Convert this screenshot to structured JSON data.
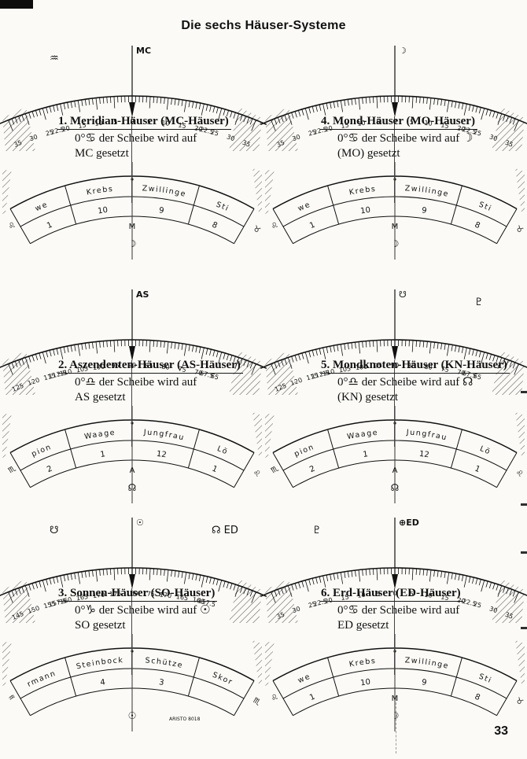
{
  "page": {
    "title": "Die sechs Häuser-Systeme",
    "page_number": "33"
  },
  "dials": [
    {
      "title": "1. Meridian-Häuser (MC-Häuser)",
      "subtitle_line1": "0°♋ der Scheibe wird auf",
      "subtitle_line2": "MC gesetzt",
      "pointer_label": "MC",
      "corner_left": "♒",
      "corner_right": "",
      "brand": "",
      "scale": [
        [
          "35",
          -1
        ],
        [
          "30",
          -0.857
        ],
        [
          "25",
          -0.714
        ],
        [
          "22.5",
          -0.643
        ],
        [
          "20",
          -0.571
        ],
        [
          "15",
          -0.429
        ],
        [
          "10",
          -0.286
        ],
        [
          "5",
          -0.143
        ],
        [
          "0",
          0
        ],
        [
          "5",
          0.143
        ],
        [
          "10",
          0.286
        ],
        [
          "15",
          0.429
        ],
        [
          "20",
          0.571
        ],
        [
          "22.5",
          0.643
        ],
        [
          "25",
          0.714
        ],
        [
          "30",
          0.857
        ],
        [
          "35",
          1
        ]
      ],
      "band": {
        "row1": [
          "we",
          "Krebs",
          "Zwillinge",
          "Sti"
        ],
        "row2": [
          "1",
          "10",
          "9",
          "8"
        ],
        "center_letter": "M",
        "below_symbol": "☽",
        "edge_left": "♌",
        "edge_right": "♉"
      }
    },
    {
      "title": "4. Mond-Häuser (MO-Häuser)",
      "subtitle_line1": "0°♋ der Scheibe wird auf ☽",
      "subtitle_line2": "(MO) gesetzt",
      "pointer_label": "☽",
      "corner_left": "",
      "corner_right": "",
      "brand": "",
      "scale": [
        [
          "35",
          -1
        ],
        [
          "30",
          -0.857
        ],
        [
          "25",
          -0.714
        ],
        [
          "22.5",
          -0.643
        ],
        [
          "20",
          -0.571
        ],
        [
          "15",
          -0.429
        ],
        [
          "10",
          -0.286
        ],
        [
          "5",
          -0.143
        ],
        [
          "0",
          0
        ],
        [
          "5",
          0.143
        ],
        [
          "10",
          0.286
        ],
        [
          "15",
          0.429
        ],
        [
          "20",
          0.571
        ],
        [
          "22.5",
          0.643
        ],
        [
          "25",
          0.714
        ],
        [
          "30",
          0.857
        ],
        [
          "35",
          1
        ]
      ],
      "band": {
        "row1": [
          "we",
          "Krebs",
          "Zwillinge",
          "Sti"
        ],
        "row2": [
          "1",
          "10",
          "9",
          "8"
        ],
        "center_letter": "M",
        "below_symbol": "☽",
        "edge_left": "♌",
        "edge_right": "♉"
      }
    },
    {
      "title": "2. Aszendenten-Häuser (AS-Häuser)",
      "subtitle_line1": "0°♎ der Scheibe wird auf",
      "subtitle_line2": "AS gesetzt",
      "pointer_label": "AS",
      "corner_left": "",
      "corner_right": "",
      "brand": "",
      "scale": [
        [
          "125",
          -1
        ],
        [
          "120",
          -0.857
        ],
        [
          "115",
          -0.714
        ],
        [
          "112.5",
          -0.643
        ],
        [
          "110",
          -0.571
        ],
        [
          "105",
          -0.429
        ],
        [
          "100",
          -0.286
        ],
        [
          "95",
          -0.143
        ],
        [
          "90",
          0
        ],
        [
          "85",
          0.143
        ],
        [
          "80",
          0.286
        ],
        [
          "75",
          0.429
        ],
        [
          "70",
          0.571
        ],
        [
          "67.5",
          0.643
        ],
        [
          "65",
          0.714
        ]
      ],
      "band": {
        "row1": [
          "pion",
          "Waage",
          "Jungfrau",
          "Lö"
        ],
        "row2": [
          "2",
          "1",
          "12",
          "1"
        ],
        "center_letter": "A",
        "below_symbol": "☊",
        "edge_left": "♏",
        "edge_right": "♌"
      }
    },
    {
      "title": "5. Mondknoten-Häuser (KN-Häuser)",
      "subtitle_line1": "0°♎ der Scheibe wird auf ☊",
      "subtitle_line2": "(KN) gesetzt",
      "pointer_label": "☋",
      "corner_left": "",
      "corner_right": "♇",
      "brand": "",
      "scale": [
        [
          "125",
          -1
        ],
        [
          "120",
          -0.857
        ],
        [
          "115",
          -0.714
        ],
        [
          "112.5",
          -0.643
        ],
        [
          "110",
          -0.571
        ],
        [
          "105",
          -0.429
        ],
        [
          "100",
          -0.286
        ],
        [
          "95",
          -0.143
        ],
        [
          "90",
          0
        ],
        [
          "85",
          0.143
        ],
        [
          "80",
          0.286
        ],
        [
          "75",
          0.429
        ],
        [
          "70",
          0.571
        ],
        [
          "67.5",
          0.643
        ],
        [
          "65",
          0.714
        ]
      ],
      "band": {
        "row1": [
          "pion",
          "Waage",
          "Jungfrau",
          "Lö"
        ],
        "row2": [
          "2",
          "1",
          "12",
          "1"
        ],
        "center_letter": "A",
        "below_symbol": "☊",
        "edge_left": "♏",
        "edge_right": "♌"
      }
    },
    {
      "title": "3. Sonnen-Häuser (SO-Häuser)",
      "subtitle_line1": "0°♑ der Scheibe wird auf ☉",
      "subtitle_line2": "SO gesetzt",
      "pointer_label": "☉",
      "corner_left": "☋",
      "corner_right": "☊ ED",
      "brand": "ARISTO 8018",
      "scale": [
        [
          "145",
          -1
        ],
        [
          "150",
          -0.857
        ],
        [
          "155",
          -0.714
        ],
        [
          "157.5",
          -0.643
        ],
        [
          "160",
          -0.571
        ],
        [
          "165",
          -0.429
        ],
        [
          "170",
          -0.286
        ],
        [
          "175",
          -0.143
        ],
        [
          "180",
          0
        ],
        [
          "175",
          0.143
        ],
        [
          "170",
          0.286
        ],
        [
          "165",
          0.429
        ],
        [
          "160",
          0.571
        ],
        [
          "157.5",
          0.643
        ]
      ],
      "band": {
        "row1": [
          "rmann",
          "Steinbock",
          "Schütze",
          "Skor"
        ],
        "row2": [
          "",
          "4",
          "3",
          ""
        ],
        "center_letter": "",
        "below_symbol": "☉",
        "edge_left": "♒",
        "edge_right": "♏"
      }
    },
    {
      "title": "6. Erd-Häuser (ED-Häuser)",
      "subtitle_line1": "0°♋ der Scheibe wird auf",
      "subtitle_line2": "ED gesetzt",
      "pointer_label": "⊕ED",
      "corner_left": "♇",
      "corner_right": "",
      "brand": "",
      "scale": [
        [
          "35",
          -1
        ],
        [
          "30",
          -0.857
        ],
        [
          "25",
          -0.714
        ],
        [
          "22.5",
          -0.643
        ],
        [
          "20",
          -0.571
        ],
        [
          "15",
          -0.429
        ],
        [
          "10",
          -0.286
        ],
        [
          "5",
          -0.143
        ],
        [
          "0",
          0
        ],
        [
          "5",
          0.143
        ],
        [
          "10",
          0.286
        ],
        [
          "15",
          0.429
        ],
        [
          "20",
          0.571
        ],
        [
          "22.5",
          0.643
        ],
        [
          "25",
          0.714
        ],
        [
          "30",
          0.857
        ],
        [
          "35",
          1
        ]
      ],
      "band": {
        "row1": [
          "we",
          "Krebs",
          "Zwillinge",
          "Sti"
        ],
        "row2": [
          "1",
          "10",
          "9",
          "8"
        ],
        "center_letter": "M",
        "below_symbol": "☽",
        "edge_left": "♌",
        "edge_right": "♉"
      }
    }
  ]
}
